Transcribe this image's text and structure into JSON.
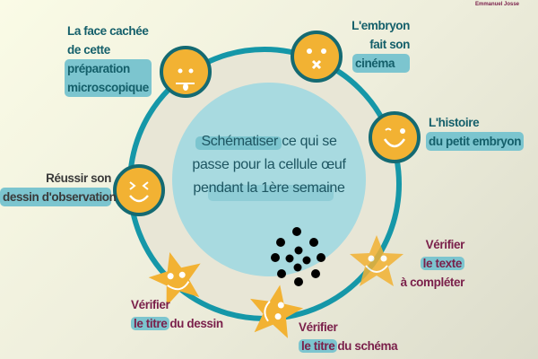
{
  "author": "Emmanuel Josse",
  "center": {
    "line1": "Schématiser ce qui se",
    "line2": "passe pour la cellule œuf",
    "line3": "pendant la 1ère semaine"
  },
  "items": [
    {
      "l1": "La face cachée",
      "l2": "de cette",
      "l3": "préparation",
      "l4": "microscopique",
      "icon": "tongue-smiley-icon"
    },
    {
      "l1": "L'embryon",
      "l2": "fait son",
      "l3": "cinéma",
      "icon": "shushed-smiley-icon"
    },
    {
      "l1": "L'histoire",
      "l2": "du petit embryon",
      "icon": "wink-smiley-icon"
    },
    {
      "l1": "Réussir son",
      "l2": "dessin d'observation",
      "icon": "laughing-smiley-icon"
    },
    {
      "l1": "Vérifier",
      "l2": "le titre",
      "l3": "du dessin",
      "icon": "heart-eyes-star-icon"
    },
    {
      "l1": "Vérifier",
      "l2": "le titre",
      "l3": "du schéma",
      "icon": "heart-eyes-star-icon"
    },
    {
      "l1": "Vérifier",
      "l2": "le texte",
      "l3": "à compléter",
      "icon": "heart-eyes-star-icon"
    }
  ],
  "colors": {
    "ring": "#1597a8",
    "smiley": "#f2b233",
    "highlight": "#7cc5cf",
    "inner": "#a8dae0"
  }
}
